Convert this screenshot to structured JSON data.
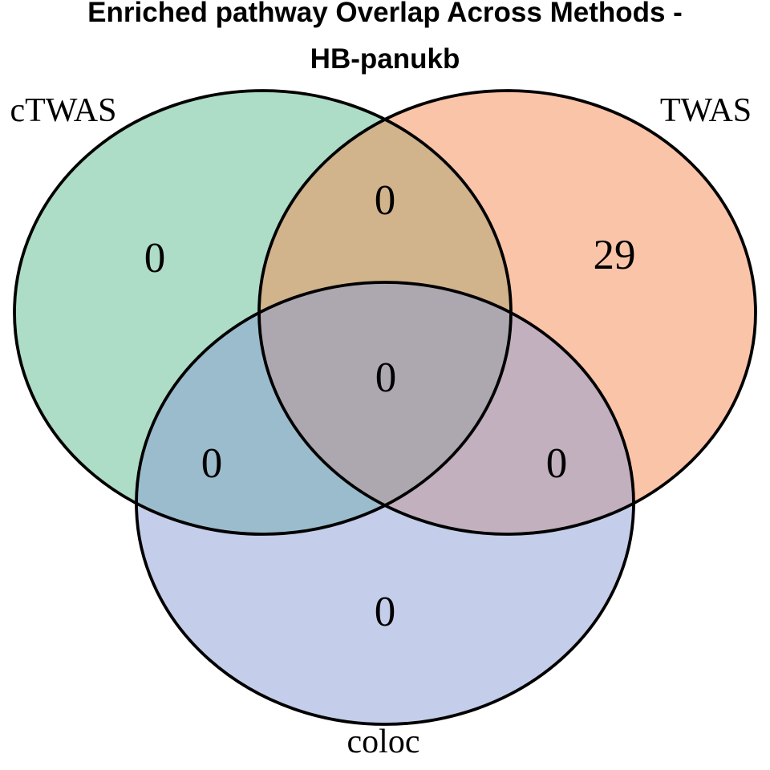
{
  "title": {
    "line1": "Enriched pathway Overlap Across Methods -",
    "line2": "HB-panukb"
  },
  "chart_data": {
    "type": "venn",
    "title": "Enriched pathway Overlap Across Methods - HB-panukb",
    "sets": [
      {
        "name": "cTWAS",
        "total": 0
      },
      {
        "name": "TWAS",
        "total": 29
      },
      {
        "name": "coloc",
        "total": 0
      }
    ],
    "regions": {
      "cTWAS_only": 0,
      "TWAS_only": 29,
      "coloc_only": 0,
      "cTWAS_TWAS": 0,
      "cTWAS_coloc": 0,
      "TWAS_coloc": 0,
      "cTWAS_TWAS_coloc": 0
    },
    "colors": {
      "cTWAS_fill": "#5cb990",
      "TWAS_fill": "#f58a52",
      "coloc_fill": "#8a9bd4",
      "outline": "#000000",
      "fill_opacity": 0.5
    },
    "legend_position": "labels-adjacent-to-circles"
  }
}
